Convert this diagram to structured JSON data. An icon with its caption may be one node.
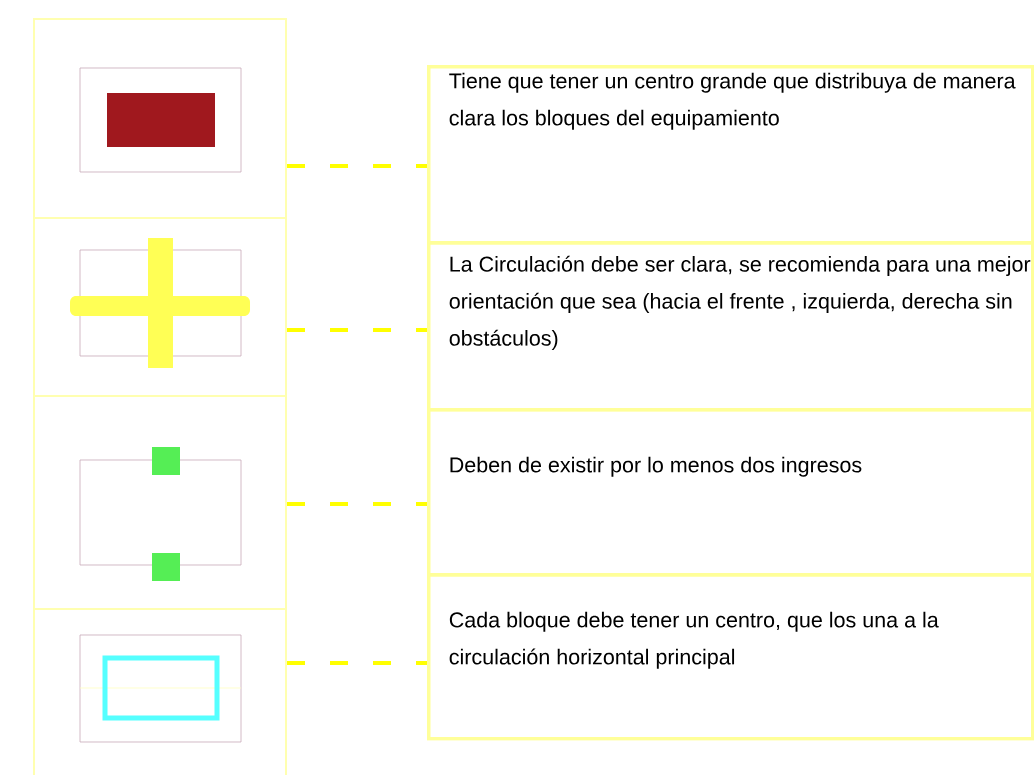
{
  "diagram": {
    "nodes": [
      {
        "text": [],
        "shape": "picture"
      },
      {
        "text": [
          "Tiene que tener un centro grande que distribuya de manera clara los bloques del equipamiento"
        ]
      },
      {
        "text": [],
        "shape": "picture"
      },
      {
        "text": [
          "La Circulación debe ser clara, se recomienda para una mejor orientación que sea (hacia el frente , izquierda, derecha sin obstáculos)"
        ]
      },
      {
        "text": [],
        "shape": "picture"
      },
      {
        "text": [
          "Deben de existir por lo menos dos ingresos"
        ]
      },
      {
        "text": [],
        "shape": "picture"
      },
      {
        "text": [
          "Cada bloque debe tener un centro, que los una a la circulación horizontal principal"
        ]
      }
    ],
    "edges": [
      {
        "from": 0,
        "to": 1,
        "arrow": "none",
        "style": "dashed"
      },
      {
        "from": 2,
        "to": 3,
        "arrow": "none",
        "style": "dashed"
      },
      {
        "from": 4,
        "to": 5,
        "arrow": "none",
        "style": "dashed"
      },
      {
        "from": 6,
        "to": 7,
        "arrow": "none",
        "style": "dashed"
      }
    ]
  }
}
